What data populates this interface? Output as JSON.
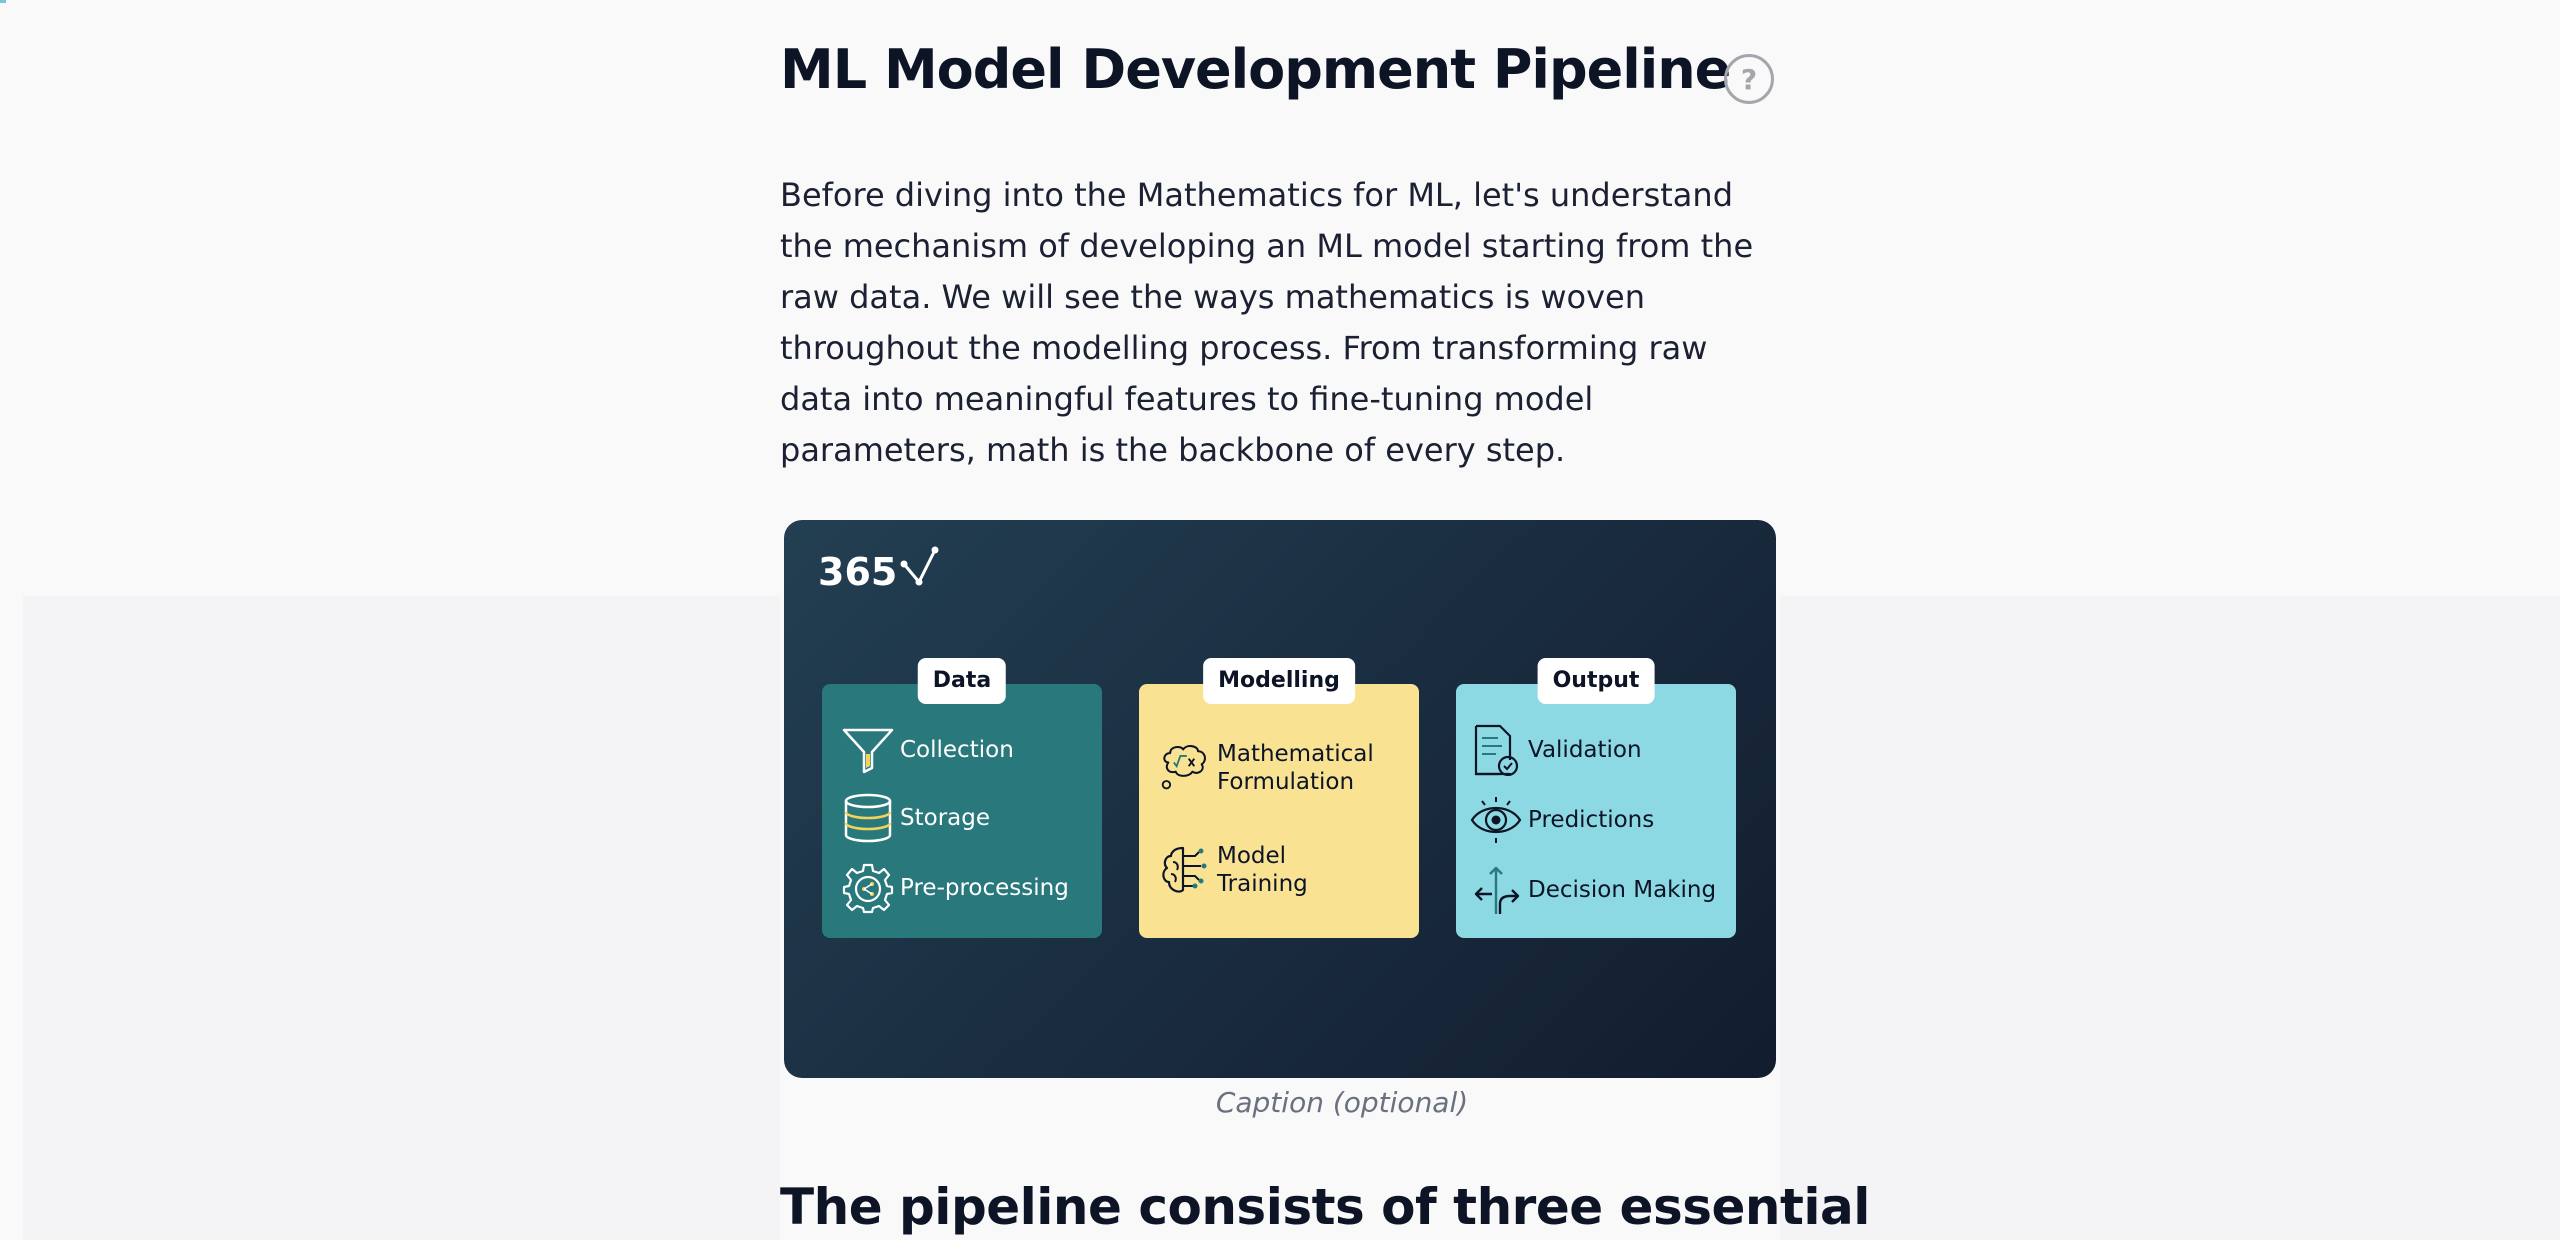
{
  "page": {
    "title": "ML Model Development Pipeline",
    "help_label": "?",
    "intro": "Before diving into the Mathematics for ML, let's understand the mechanism of developing an ML model starting from the raw data. We will see the ways mathematics is woven throughout the modelling process. From transforming raw data into meaningful features to fine-tuning model parameters, math is the backbone of every step.",
    "caption": "Caption (optional)",
    "section_heading": "The pipeline consists of three essential"
  },
  "figure": {
    "brand": "365",
    "panels": [
      {
        "tag": "Data",
        "color": "#28787c",
        "items": [
          {
            "icon": "funnel-icon",
            "label": "Collection"
          },
          {
            "icon": "database-icon",
            "label": "Storage"
          },
          {
            "icon": "gear-icon",
            "label": "Pre-processing"
          }
        ]
      },
      {
        "tag": "Modelling",
        "color": "#f9e393",
        "items": [
          {
            "icon": "thought-math-icon",
            "label": "Mathematical Formulation"
          },
          {
            "icon": "brain-circuit-icon",
            "label": "Model Training"
          }
        ]
      },
      {
        "tag": "Output",
        "color": "#8cd9e3",
        "items": [
          {
            "icon": "document-check-icon",
            "label": "Validation"
          },
          {
            "icon": "eye-icon",
            "label": "Predictions"
          },
          {
            "icon": "split-arrows-icon",
            "label": "Decision Making"
          }
        ]
      }
    ]
  }
}
